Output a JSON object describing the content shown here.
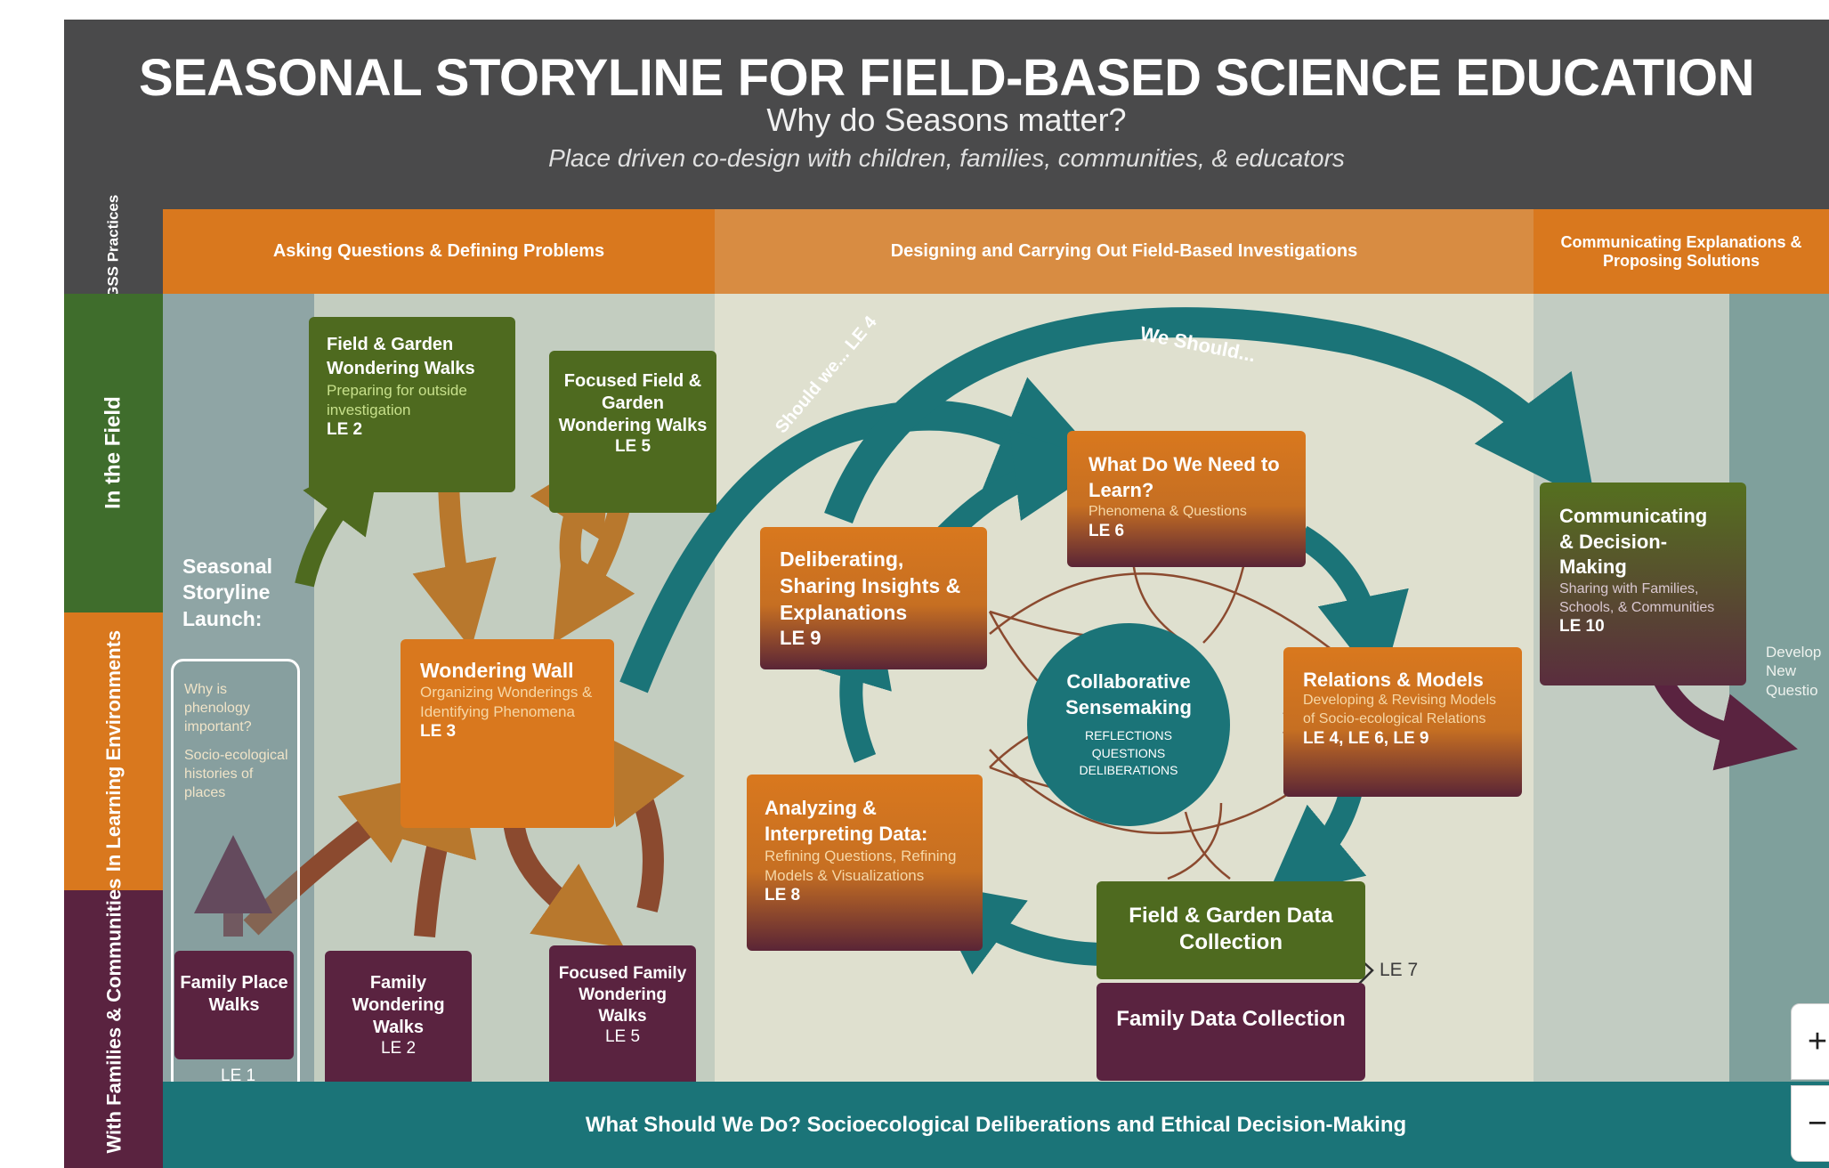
{
  "title": "SEASONAL STORYLINE FOR FIELD-BASED SCIENCE EDUCATION",
  "subtitle": "Why do Seasons matter?",
  "tagline": "Place driven co-design with children, families, communities, & educators",
  "rows": {
    "ngss": "NGSS Practices",
    "field": "In the Field",
    "learning": "In Learning Environments",
    "families": "With Families & Communities"
  },
  "practices": [
    "Asking Questions & Defining Problems",
    "Designing and Carrying Out Field-Based Investigations",
    "Communicating Explanations & Proposing Solutions"
  ],
  "arrow_labels": {
    "should_we": "Should we... LE 4",
    "we_should": "We Should..."
  },
  "launch": {
    "label": "Seasonal Storyline Launch:",
    "question": "Why is phenology important?",
    "histories": "Socio-ecological histories of places"
  },
  "boxes": {
    "field_walks": {
      "title": "Field & Garden Wondering Walks",
      "sub": "Preparing for outside investigation",
      "le": "LE 2"
    },
    "focused_walks": {
      "title": "Focused Field & Garden Wondering Walks",
      "le": "LE 5"
    },
    "wall": {
      "title": "Wondering Wall",
      "sub": "Organizing Wonderings & Identifying Phenomena",
      "le": "LE 3"
    },
    "deliberating": {
      "title": "Deliberating, Sharing Insights & Explanations",
      "le": "LE 9"
    },
    "learn": {
      "title": "What Do We Need to Learn?",
      "sub": "Phenomena & Questions",
      "le": "LE 6"
    },
    "models": {
      "title": "Relations & Models",
      "sub": "Developing & Revising Models of Socio-ecological Relations",
      "le": "LE 4, LE 6, LE 9"
    },
    "analyzing": {
      "title": "Analyzing & Interpreting Data:",
      "sub": "Refining Questions, Refining Models & Visualizations",
      "le": "LE 8"
    },
    "communicating": {
      "title": "Communicating & Decision-Making",
      "sub": "Sharing with Families, Schools, & Communities",
      "le": "LE 10"
    },
    "field_data": {
      "title": "Field & Garden Data Collection"
    },
    "family_data": {
      "title": "Family Data Collection"
    },
    "family_place": {
      "title": "Family Place Walks",
      "le": "LE 1"
    },
    "family_wondering": {
      "title": "Family Wondering Walks",
      "le": "LE 2"
    },
    "focused_family": {
      "title": "Focused Family Wondering Walks",
      "le": "LE 5"
    },
    "le7": "LE 7"
  },
  "center": {
    "title": "Collaborative Sensemaking",
    "sub": "REFLECTIONS QUESTIONS DELIBERATIONS"
  },
  "edge_text": "Develop\nNew\nQuestio",
  "bottom_banner": "What Should We Do? Socioecological Deliberations and Ethical Decision-Making",
  "colors": {
    "header_bg": "#4a4a4b",
    "orange": "#d9781e",
    "green": "#4e6a1f",
    "purple": "#5a2340",
    "teal": "#1b7478"
  }
}
